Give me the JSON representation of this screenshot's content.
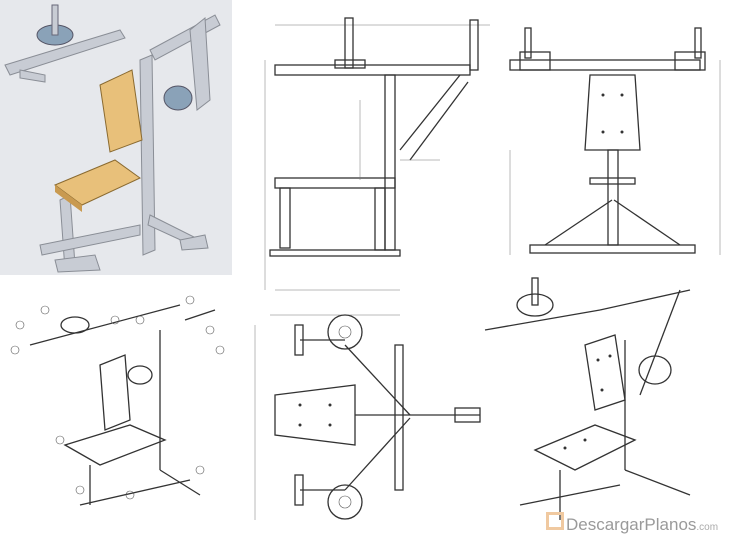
{
  "watermark": {
    "name": "DescargarPlanos",
    "tld": ".com"
  },
  "colors": {
    "seat_wood": "#e8c07a",
    "render_bg": "#e6e8ec",
    "frame": "#c8ccd4",
    "weight_plate": "#8aa2b8"
  },
  "panels": [
    "3d-render",
    "side-view",
    "front-view",
    "exploded-view",
    "top-view",
    "isometric-view"
  ]
}
